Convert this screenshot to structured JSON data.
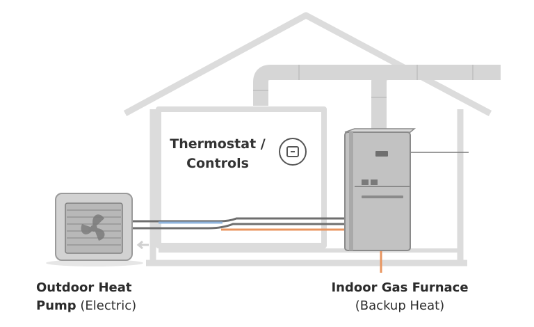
{
  "labels": {
    "thermostat_line1": "Thermostat /",
    "thermostat_line2": "Controls",
    "outdoor_bold_line1": "Outdoor Heat",
    "outdoor_bold_line2": "Pump",
    "outdoor_note": " (Electric)",
    "furnace_line1": "Indoor Gas Furnace",
    "furnace_line2": "(Backup Heat)"
  },
  "colors": {
    "outline": "#dcdcdc",
    "duct": "#d9d9d9",
    "unit_body": "#c2c2c2",
    "unit_edge": "#8a8a8a",
    "pipe_dark": "#6e6e6e",
    "refrigerant_cold": "#8fb4dd",
    "gas_line": "#e8955f",
    "text": "#2b2b2b"
  }
}
